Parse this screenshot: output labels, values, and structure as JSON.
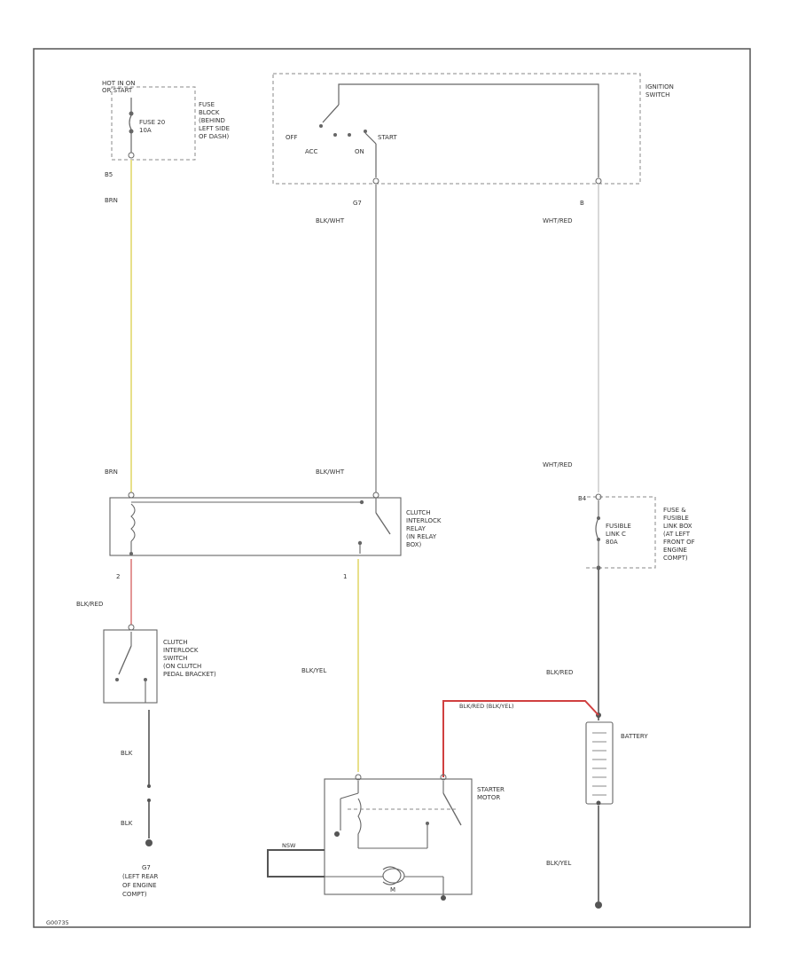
{
  "diagram_id": "G00735",
  "colors": {
    "frame": "#555555",
    "component": "#666666",
    "dashed": "#888888",
    "wire_brn": "#e8e08a",
    "wire_blkwht": "#9a9a9a",
    "wire_whtred": "#cfcfcf",
    "wire_blkred_relay": "#e08a8a",
    "wire_blkyel": "#e8e08a",
    "wire_battery": "#d04040",
    "wire_black": "#555555"
  },
  "components": {
    "hot_label": [
      "HOT IN ON",
      "OR START"
    ],
    "fuse_block_label": [
      "FUSE",
      "BLOCK",
      "(BEHIND",
      "LEFT SIDE",
      "OF DASH)"
    ],
    "fuse_label": [
      "FUSE 20",
      "10A"
    ],
    "ignition_switch_label": [
      "IGNITION",
      "SWITCH"
    ],
    "ignition_positions": {
      "off": "OFF",
      "acc": "ACC",
      "on": "ON",
      "start": "START"
    },
    "relay_label": [
      "CLUTCH",
      "INTERLOCK",
      "RELAY",
      "(IN RELAY",
      "BOX)"
    ],
    "clutch_switch_label": [
      "CLUTCH",
      "INTERLOCK",
      "SWITCH",
      "(ON CLUTCH",
      "PEDAL BRACKET)"
    ],
    "fusible_link_box_label": [
      "FUSE &",
      "FUSIBLE",
      "LINK BOX",
      "(AT LEFT",
      "FRONT OF",
      "ENGINE",
      "COMPT)"
    ],
    "fusible_link_label": [
      "FUSIBLE",
      "LINK C",
      "80A"
    ],
    "battery_label": "BATTERY",
    "starter_label": [
      "STARTER",
      "MOTOR"
    ],
    "starter_m_label": "M",
    "starter_nsw_label": "NSW",
    "ground_label": [
      "G7",
      "(LEFT REAR",
      "OF ENGINE",
      "COMPT)"
    ]
  },
  "wires": {
    "pin_b5": "B5",
    "brn_top": "BRN",
    "brn_relay": "BRN",
    "pin_g7": "G7",
    "blkwht_top": "BLK/WHT",
    "blkwht_relay": "BLK/WHT",
    "pin_b": "B",
    "whtred_top": "WHT/RED",
    "whtred_box": "WHT/RED",
    "pin_b4": "B4",
    "pin_2": "2",
    "blkred_relay": "BLK/RED",
    "pin_1": "1",
    "blkyel_starter": "BLK/YEL",
    "blk_1": "BLK",
    "blk_2": "BLK",
    "battery_cable": "BLK/RED (BLK/YEL)",
    "blkred_battery": "BLK/RED",
    "blkyel_ground": "BLK/YEL"
  }
}
